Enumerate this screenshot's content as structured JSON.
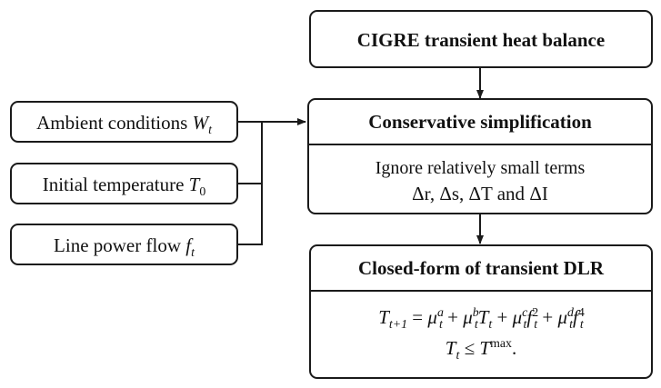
{
  "top_box": {
    "title": "CIGRE transient heat balance"
  },
  "inputs": [
    {
      "label": "Ambient conditions",
      "var": "W",
      "sub": "t"
    },
    {
      "label": "Initial temperature",
      "var": "T",
      "sub": "0"
    },
    {
      "label": "Line power flow",
      "var": "f",
      "sub": "t"
    }
  ],
  "simplification": {
    "title": "Conservative simplification",
    "line1": "Ignore relatively small terms",
    "terms": [
      "Δr,",
      "Δs,",
      "ΔT",
      "and",
      "ΔI"
    ]
  },
  "closed_form": {
    "title": "Closed-form of transient DLR",
    "equation": {
      "lhs": "T",
      "lhs_sub": "t+1",
      "eq": "=",
      "mu": "μ",
      "t": "t",
      "sup_a": "a",
      "sup_b": "b",
      "sup_c": "c",
      "sup_d": "d",
      "T": "T",
      "f": "f",
      "pow2": "2",
      "pow4": "4",
      "plus": "+"
    },
    "constraint": {
      "T": "T",
      "sub": "t",
      "leq": "≤",
      "Tmax": "T",
      "max": "max",
      "end": "."
    }
  }
}
